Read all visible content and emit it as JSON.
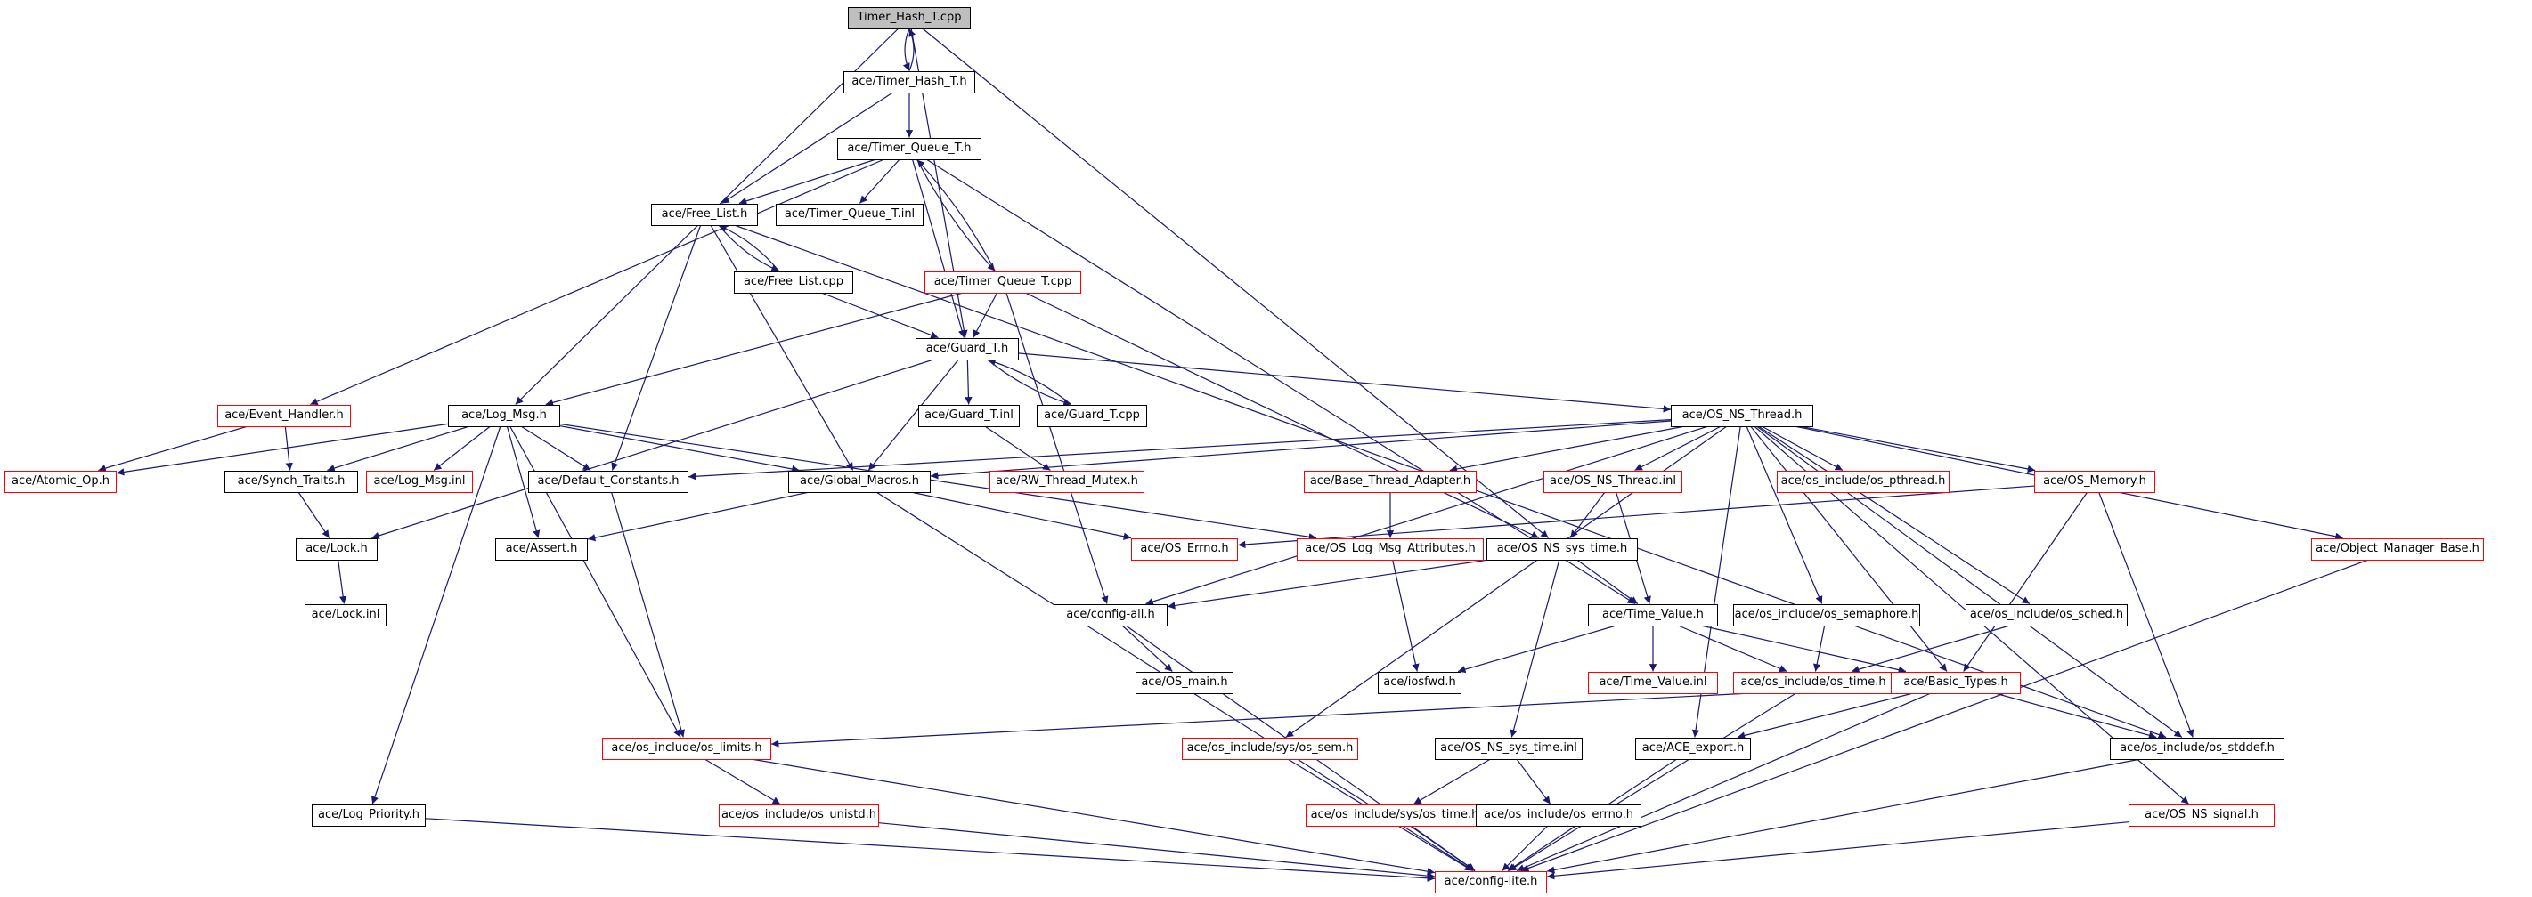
{
  "diagram": {
    "title": "",
    "colors": {
      "edge": "#191970",
      "node_border": "#000000",
      "node_border_truncated": "#ff0000",
      "root_fill": "#bfbfbf"
    },
    "nodes": [
      {
        "id": "timer_hash_cpp",
        "label": "Timer_Hash_T.cpp",
        "root": true
      },
      {
        "id": "timer_hash_h",
        "label": "ace/Timer_Hash_T.h"
      },
      {
        "id": "timer_queue_h",
        "label": "ace/Timer_Queue_T.h"
      },
      {
        "id": "free_list_h",
        "label": "ace/Free_List.h"
      },
      {
        "id": "timer_queue_inl",
        "label": "ace/Timer_Queue_T.inl"
      },
      {
        "id": "free_list_cpp",
        "label": "ace/Free_List.cpp"
      },
      {
        "id": "timer_queue_cpp",
        "label": "ace/Timer_Queue_T.cpp",
        "truncated": true
      },
      {
        "id": "guard_h",
        "label": "ace/Guard_T.h"
      },
      {
        "id": "event_handler",
        "label": "ace/Event_Handler.h",
        "truncated": true
      },
      {
        "id": "log_msg_h",
        "label": "ace/Log_Msg.h"
      },
      {
        "id": "guard_inl",
        "label": "ace/Guard_T.inl"
      },
      {
        "id": "guard_cpp",
        "label": "ace/Guard_T.cpp"
      },
      {
        "id": "os_ns_thread_h",
        "label": "ace/OS_NS_Thread.h"
      },
      {
        "id": "atomic_op",
        "label": "ace/Atomic_Op.h",
        "truncated": true
      },
      {
        "id": "synch_traits",
        "label": "ace/Synch_Traits.h"
      },
      {
        "id": "log_msg_inl",
        "label": "ace/Log_Msg.inl",
        "truncated": true
      },
      {
        "id": "default_constants",
        "label": "ace/Default_Constants.h"
      },
      {
        "id": "global_macros",
        "label": "ace/Global_Macros.h"
      },
      {
        "id": "rw_thread_mutex",
        "label": "ace/RW_Thread_Mutex.h",
        "truncated": true
      },
      {
        "id": "base_thread_adapter",
        "label": "ace/Base_Thread_Adapter.h",
        "truncated": true
      },
      {
        "id": "os_ns_thread_inl",
        "label": "ace/OS_NS_Thread.inl",
        "truncated": true
      },
      {
        "id": "os_pthread",
        "label": "ace/os_include/os_pthread.h",
        "truncated": true
      },
      {
        "id": "os_memory",
        "label": "ace/OS_Memory.h",
        "truncated": true
      },
      {
        "id": "object_manager_base",
        "label": "ace/Object_Manager_Base.h",
        "truncated": true
      },
      {
        "id": "lock_h",
        "label": "ace/Lock.h"
      },
      {
        "id": "assert_h",
        "label": "ace/Assert.h"
      },
      {
        "id": "os_errno",
        "label": "ace/OS_Errno.h",
        "truncated": true
      },
      {
        "id": "log_msg_attr",
        "label": "ace/OS_Log_Msg_Attributes.h",
        "truncated": true
      },
      {
        "id": "os_ns_sys_time_h",
        "label": "ace/OS_NS_sys_time.h"
      },
      {
        "id": "lock_inl",
        "label": "ace/Lock.inl"
      },
      {
        "id": "config_all",
        "label": "ace/config-all.h"
      },
      {
        "id": "time_value_h",
        "label": "ace/Time_Value.h"
      },
      {
        "id": "os_semaphore",
        "label": "ace/os_include/os_semaphore.h"
      },
      {
        "id": "os_sched",
        "label": "ace/os_include/os_sched.h"
      },
      {
        "id": "os_main",
        "label": "ace/OS_main.h"
      },
      {
        "id": "iosfwd",
        "label": "ace/iosfwd.h"
      },
      {
        "id": "time_value_inl",
        "label": "ace/Time_Value.inl",
        "truncated": true
      },
      {
        "id": "os_time",
        "label": "ace/os_include/os_time.h",
        "truncated": true
      },
      {
        "id": "basic_types",
        "label": "ace/Basic_Types.h",
        "truncated": true
      },
      {
        "id": "os_limits",
        "label": "ace/os_include/os_limits.h",
        "truncated": true
      },
      {
        "id": "sys_os_sem",
        "label": "ace/os_include/sys/os_sem.h",
        "truncated": true
      },
      {
        "id": "os_ns_sys_time_inl",
        "label": "ace/OS_NS_sys_time.inl"
      },
      {
        "id": "ace_export",
        "label": "ace/ACE_export.h"
      },
      {
        "id": "os_stddef",
        "label": "ace/os_include/os_stddef.h"
      },
      {
        "id": "log_priority",
        "label": "ace/Log_Priority.h"
      },
      {
        "id": "os_unistd",
        "label": "ace/os_include/os_unistd.h",
        "truncated": true
      },
      {
        "id": "sys_os_time",
        "label": "ace/os_include/sys/os_time.h",
        "truncated": true
      },
      {
        "id": "os_errno_inc",
        "label": "ace/os_include/os_errno.h"
      },
      {
        "id": "os_ns_signal",
        "label": "ace/OS_NS_signal.h",
        "truncated": true
      },
      {
        "id": "config_lite",
        "label": "ace/config-lite.h",
        "truncated": true
      }
    ],
    "edges": [
      [
        "timer_hash_cpp",
        "timer_hash_h"
      ],
      [
        "timer_hash_h",
        "timer_hash_cpp"
      ],
      [
        "timer_hash_cpp",
        "log_msg_h"
      ],
      [
        "timer_hash_cpp",
        "guard_h"
      ],
      [
        "timer_hash_cpp",
        "os_ns_sys_time_h"
      ],
      [
        "timer_hash_h",
        "timer_queue_h"
      ],
      [
        "timer_hash_h",
        "free_list_h"
      ],
      [
        "timer_queue_h",
        "free_list_h"
      ],
      [
        "timer_queue_h",
        "timer_queue_inl"
      ],
      [
        "timer_queue_h",
        "timer_queue_cpp"
      ],
      [
        "timer_queue_h",
        "guard_h"
      ],
      [
        "timer_queue_h",
        "event_handler"
      ],
      [
        "timer_queue_h",
        "time_value_h"
      ],
      [
        "timer_queue_cpp",
        "timer_queue_h"
      ],
      [
        "timer_queue_cpp",
        "guard_h"
      ],
      [
        "timer_queue_cpp",
        "log_msg_h"
      ],
      [
        "timer_queue_cpp",
        "config_all"
      ],
      [
        "timer_queue_cpp",
        "os_ns_sys_time_h"
      ],
      [
        "free_list_h",
        "free_list_cpp"
      ],
      [
        "free_list_cpp",
        "free_list_h"
      ],
      [
        "free_list_cpp",
        "guard_h"
      ],
      [
        "free_list_h",
        "default_constants"
      ],
      [
        "free_list_h",
        "global_macros"
      ],
      [
        "free_list_h",
        "os_stddef"
      ],
      [
        "guard_h",
        "guard_inl"
      ],
      [
        "guard_h",
        "guard_cpp"
      ],
      [
        "guard_cpp",
        "guard_h"
      ],
      [
        "guard_h",
        "lock_h"
      ],
      [
        "guard_h",
        "global_macros"
      ],
      [
        "guard_h",
        "os_ns_thread_h"
      ],
      [
        "guard_inl",
        "rw_thread_mutex"
      ],
      [
        "event_handler",
        "atomic_op"
      ],
      [
        "event_handler",
        "synch_traits"
      ],
      [
        "log_msg_h",
        "atomic_op"
      ],
      [
        "log_msg_h",
        "synch_traits"
      ],
      [
        "log_msg_h",
        "log_msg_inl"
      ],
      [
        "log_msg_h",
        "default_constants"
      ],
      [
        "log_msg_h",
        "global_macros"
      ],
      [
        "log_msg_h",
        "assert_h"
      ],
      [
        "log_msg_h",
        "log_msg_attr"
      ],
      [
        "log_msg_h",
        "os_limits"
      ],
      [
        "log_msg_h",
        "log_priority"
      ],
      [
        "synch_traits",
        "lock_h"
      ],
      [
        "lock_h",
        "lock_inl"
      ],
      [
        "global_macros",
        "assert_h"
      ],
      [
        "global_macros",
        "os_errno"
      ],
      [
        "global_macros",
        "config_lite"
      ],
      [
        "default_constants",
        "os_limits"
      ],
      [
        "os_ns_thread_h",
        "global_macros"
      ],
      [
        "os_ns_thread_h",
        "default_constants"
      ],
      [
        "os_ns_thread_h",
        "base_thread_adapter"
      ],
      [
        "os_ns_thread_h",
        "os_ns_thread_inl"
      ],
      [
        "os_ns_thread_h",
        "os_pthread"
      ],
      [
        "os_ns_thread_h",
        "os_memory"
      ],
      [
        "os_ns_thread_h",
        "object_manager_base"
      ],
      [
        "os_ns_thread_h",
        "config_all"
      ],
      [
        "os_ns_thread_h",
        "sys_os_sem"
      ],
      [
        "os_ns_thread_h",
        "ace_export"
      ],
      [
        "os_ns_thread_h",
        "os_semaphore"
      ],
      [
        "os_ns_thread_h",
        "os_sched"
      ],
      [
        "os_ns_thread_h",
        "basic_types"
      ],
      [
        "os_ns_thread_h",
        "os_stddef"
      ],
      [
        "os_ns_thread_h",
        "os_ns_signal"
      ],
      [
        "base_thread_adapter",
        "log_msg_attr"
      ],
      [
        "log_msg_attr",
        "iosfwd"
      ],
      [
        "os_ns_thread_inl",
        "os_ns_sys_time_h"
      ],
      [
        "os_ns_thread_inl",
        "time_value_h"
      ],
      [
        "os_memory",
        "os_errno"
      ],
      [
        "os_memory",
        "basic_types"
      ],
      [
        "os_memory",
        "os_stddef"
      ],
      [
        "object_manager_base",
        "config_lite"
      ],
      [
        "os_ns_sys_time_h",
        "time_value_h"
      ],
      [
        "os_ns_sys_time_h",
        "config_all"
      ],
      [
        "os_ns_sys_time_h",
        "os_ns_sys_time_inl"
      ],
      [
        "config_all",
        "os_main"
      ],
      [
        "config_all",
        "config_lite"
      ],
      [
        "time_value_h",
        "iosfwd"
      ],
      [
        "time_value_h",
        "time_value_inl"
      ],
      [
        "time_value_h",
        "os_time"
      ],
      [
        "time_value_h",
        "basic_types"
      ],
      [
        "os_semaphore",
        "os_time"
      ],
      [
        "os_sched",
        "os_time"
      ],
      [
        "os_time",
        "config_lite"
      ],
      [
        "basic_types",
        "os_limits"
      ],
      [
        "basic_types",
        "ace_export"
      ],
      [
        "basic_types",
        "os_stddef"
      ],
      [
        "basic_types",
        "config_lite"
      ],
      [
        "os_limits",
        "os_unistd"
      ],
      [
        "os_limits",
        "config_lite"
      ],
      [
        "sys_os_sem",
        "config_lite"
      ],
      [
        "os_ns_sys_time_inl",
        "sys_os_time"
      ],
      [
        "os_ns_sys_time_inl",
        "os_errno_inc"
      ],
      [
        "ace_export",
        "config_lite"
      ],
      [
        "os_stddef",
        "config_lite"
      ],
      [
        "log_priority",
        "config_lite"
      ],
      [
        "os_unistd",
        "config_lite"
      ],
      [
        "sys_os_time",
        "config_lite"
      ],
      [
        "os_errno_inc",
        "config_lite"
      ],
      [
        "os_ns_signal",
        "config_lite"
      ]
    ]
  }
}
